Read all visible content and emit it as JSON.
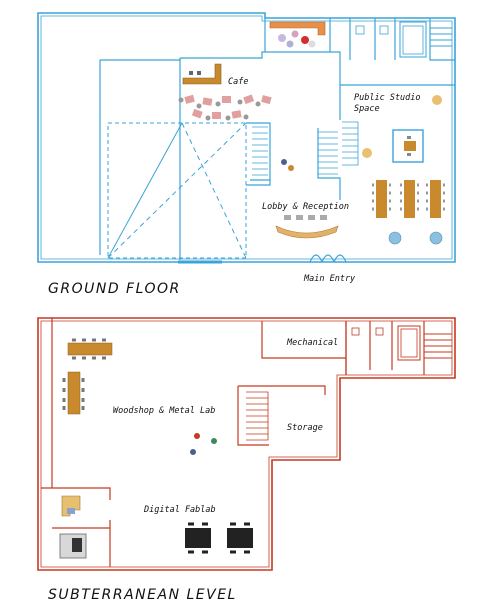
{
  "ground_floor": {
    "title": "GROUND FLOOR",
    "rooms": {
      "cafe": "Cafe",
      "public_studio_line1": "Public Studio",
      "public_studio_line2": "Space",
      "lobby": "Lobby & Reception",
      "main_entry": "Main Entry"
    }
  },
  "subterranean_level": {
    "title": "SUBTERRANEAN LEVEL",
    "rooms": {
      "mechanical": "Mechanical",
      "woodshop": "Woodshop & Metal Lab",
      "storage": "Storage",
      "digital_fablab": "Digital Fablab"
    }
  },
  "colors": {
    "ground_line": "#3aa3d8",
    "sub_line": "#c43a22",
    "wood": "#c98a2e",
    "chair": "#8a8a8a"
  }
}
